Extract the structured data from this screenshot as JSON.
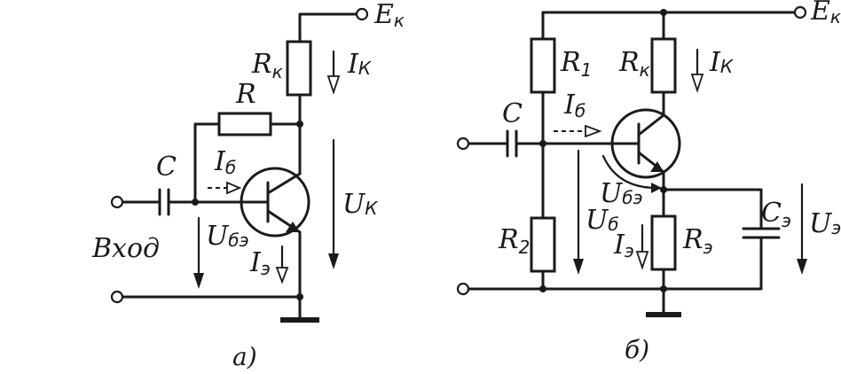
{
  "circuit_a": {
    "supply": "E",
    "supply_sub": "к",
    "rk": "R",
    "rk_sub": "к",
    "r": "R",
    "c": "C",
    "ib": "I",
    "ib_sub": "б",
    "ik": "I",
    "ik_sub": "К",
    "uk": "U",
    "uk_sub": "К",
    "ube": "U",
    "ube_sub": "бэ",
    "ie": "I",
    "ie_sub": "э",
    "input": "Вход",
    "caption": "а)"
  },
  "circuit_b": {
    "supply": "E",
    "supply_sub": "к",
    "r1": "R",
    "r1_sub": "1",
    "rk": "R",
    "rk_sub": "к",
    "ik": "I",
    "ik_sub": "К",
    "c": "C",
    "ib": "I",
    "ib_sub": "б",
    "ube": "U",
    "ube_sub": "бэ",
    "ce": "C",
    "ce_sub": "э",
    "r2": "R",
    "r2_sub": "2",
    "ub": "U",
    "ub_sub": "б",
    "ie": "I",
    "ie_sub": "э",
    "re": "R",
    "re_sub": "э",
    "ue": "U",
    "ue_sub": "э",
    "caption": "б)"
  }
}
